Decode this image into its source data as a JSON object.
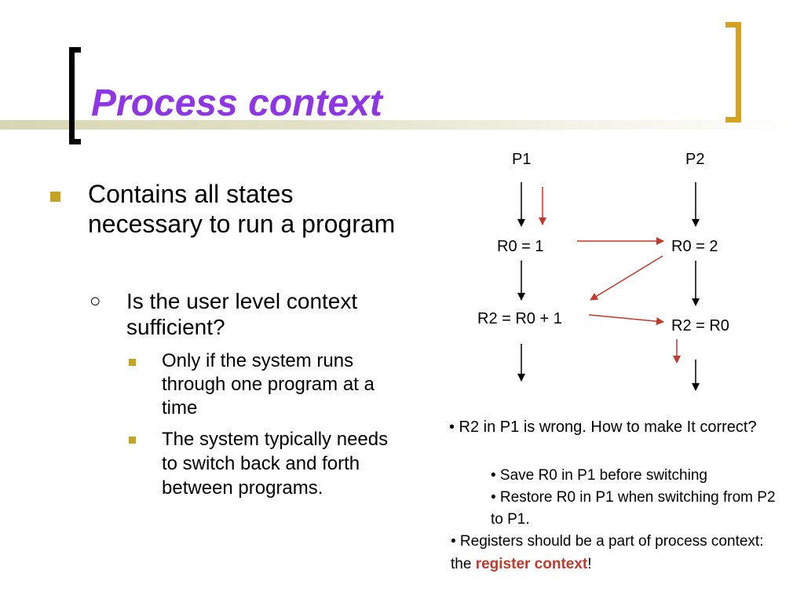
{
  "slide": {
    "title": "Process context",
    "bullets": {
      "main": "Contains all states necessary to run a program",
      "sub": "Is the user level context sufficient?",
      "subsub": [
        "Only if the system runs through one program at a time",
        "The system typically needs to switch back and forth between programs."
      ]
    }
  },
  "diagram": {
    "p1_label": "P1",
    "p2_label": "P2",
    "p1_r0": "R0 = 1",
    "p2_r0": "R0 = 2",
    "p1_r2": "R2 = R0 + 1",
    "p2_r2": "R2 = R0",
    "arrow_color_black": "#000000",
    "arrow_color_red": "#c0392b"
  },
  "notes": {
    "n1": "• R2 in P1 is wrong. How to make It correct?",
    "n2": "• Save R0 in P1 before switching",
    "n3": "• Restore R0 in P1 when switching from P2 to P1.",
    "n4_prefix": "• Registers should be a part of process context: the ",
    "n4_highlight": "register context",
    "n4_suffix": "!"
  },
  "colors": {
    "title": "#8e35e6",
    "bullet_square": "#c5a421",
    "right_bracket": "#d4a321",
    "highlight": "#c0392b"
  }
}
